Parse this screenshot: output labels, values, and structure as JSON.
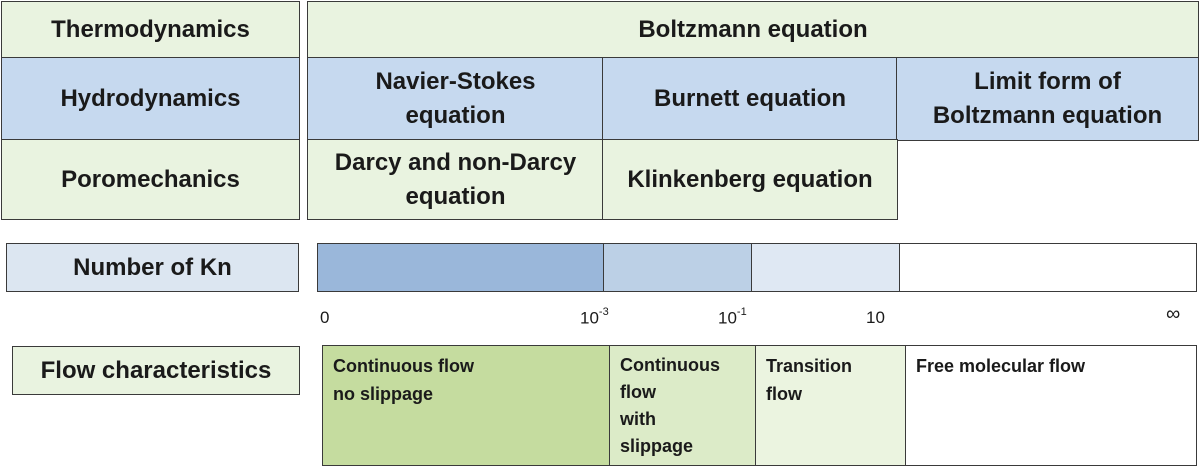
{
  "rows": {
    "thermodynamics": "Thermodynamics",
    "hydrodynamics": "Hydrodynamics",
    "poromechanics": "Poromechanics",
    "number_of_kn": "Number of Kn",
    "flow_characteristics": "Flow characteristics"
  },
  "equations": {
    "boltzmann": "Boltzmann equation",
    "navier_stokes_1": "Navier-Stokes",
    "navier_stokes_2": "equation",
    "burnett": "Burnett equation",
    "limit_form_1": "Limit form of",
    "limit_form_2": "Boltzmann equation",
    "darcy_1": "Darcy and non-Darcy",
    "darcy_2": "equation",
    "klinkenberg": "Klinkenberg equation"
  },
  "kn_scale": {
    "ticks": [
      {
        "base": "0",
        "exp": ""
      },
      {
        "base": "10",
        "exp": "-3"
      },
      {
        "base": "10",
        "exp": "-1"
      },
      {
        "base": "10",
        "exp": ""
      },
      {
        "base": "∞",
        "exp": ""
      }
    ],
    "segment_colors": [
      "#9ab7da",
      "#bcd0e6",
      "#dfe8f3",
      "#ffffff"
    ]
  },
  "flow": {
    "continuous_no_slip_1": "Continuous flow",
    "continuous_no_slip_2": "no slippage",
    "continuous_slip_1": "Continuous",
    "continuous_slip_2": "flow",
    "continuous_slip_3": "with",
    "continuous_slip_4": "slippage",
    "transition_1": "Transition",
    "transition_2": "flow",
    "free_molecular": "Free molecular flow"
  },
  "colors": {
    "green_light": "#e9f3e0",
    "blue_light": "#c6d9ef",
    "flow_green_dark": "#c5dc9f",
    "flow_green_mid": "#dcebc8",
    "flow_green_light": "#ebf4e0"
  }
}
